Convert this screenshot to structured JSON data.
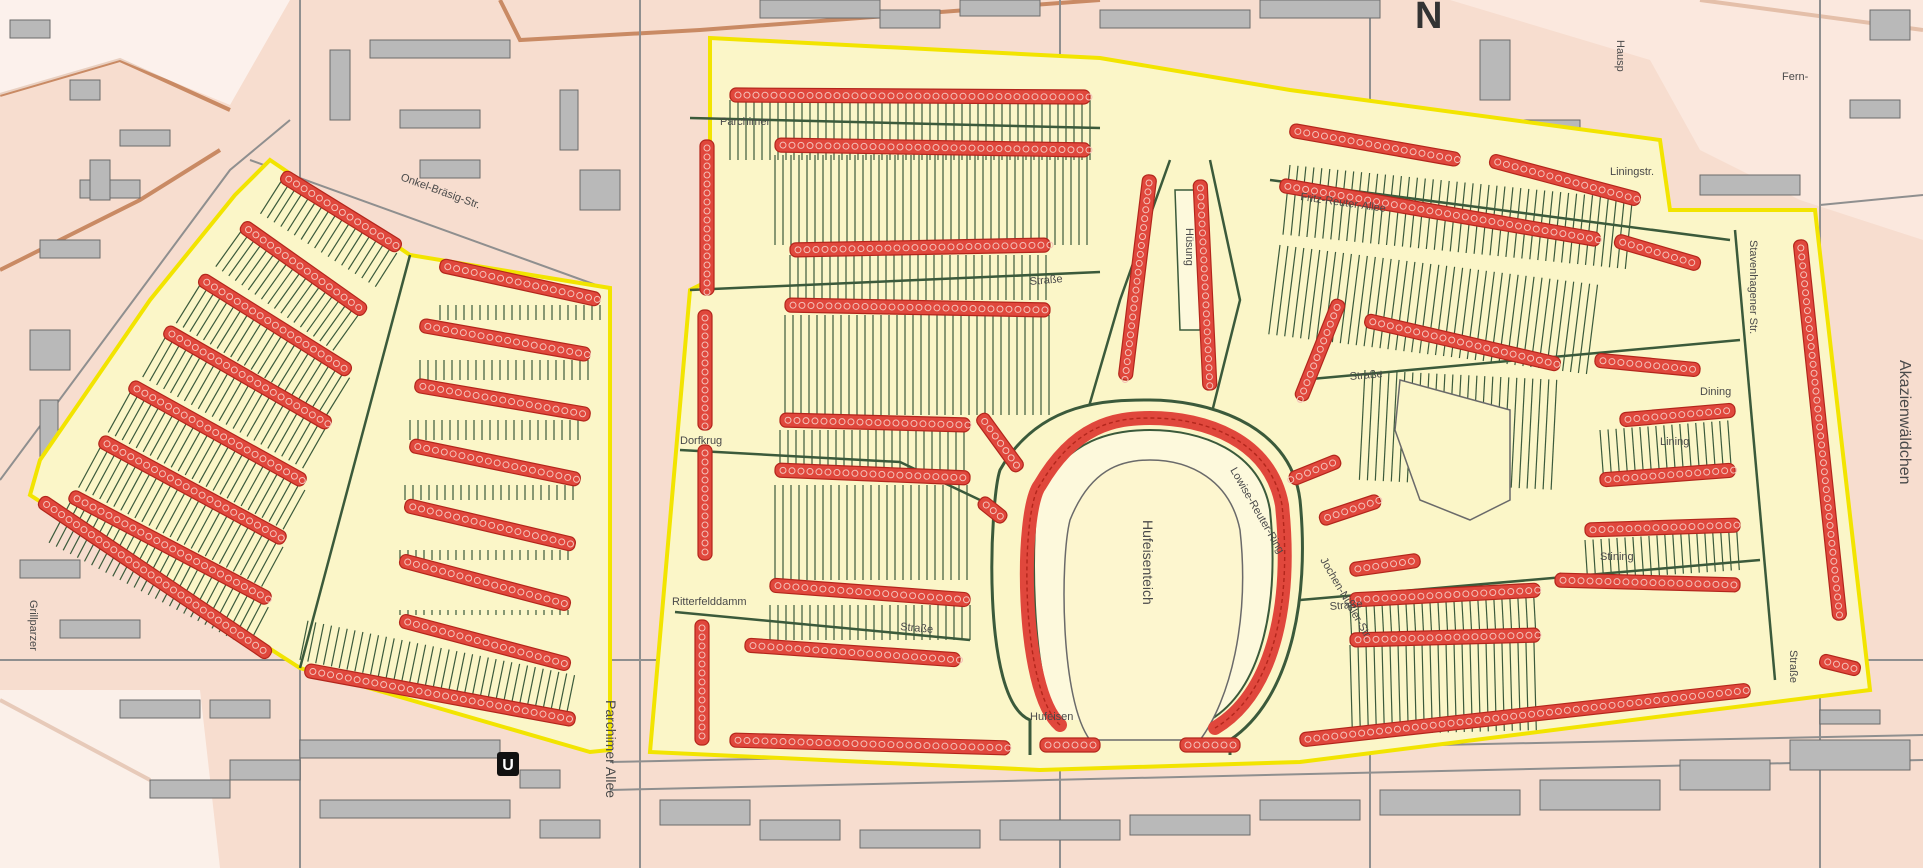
{
  "map": {
    "colors": {
      "background": "#f7ddcf",
      "border": "#c98a64",
      "estate_fill": "#fbf6c8",
      "estate_outline": "#f2e400",
      "house_fill": "#e0473c",
      "house_stroke": "#b3261c",
      "road_line": "#8f8f8f",
      "garden_line": "#3b5a3b",
      "building_gray": "#b9b9b9",
      "text": "#4a4a4a"
    },
    "north_label": "N",
    "subway_icon_label": "U",
    "labels": {
      "parchimer": "Parchimer Allee",
      "akazien": "Akazienwäldchen",
      "hufeisenteich": "Hufeisenteich",
      "huesung": "Hüsung",
      "stavenhagener": "Stavenhagener Str.",
      "lowise": "Lowise-Reuter-Ring",
      "dining": "Dining",
      "fritz": "Fritz-Reuter-Allee",
      "onkel": "Onkel-Bräsig-Str.",
      "dorfkrug": "Dorfkrug",
      "ritter": "Ritterfelddamm",
      "stining": "Stining",
      "lining": "Lining",
      "jochen": "Jochen-Nüßler-Str.",
      "grillparzer": "Grillparzer",
      "hufeisen": "Hufeisen",
      "parchimer_small": "Parchimer",
      "fern": "Fern-",
      "hausp": "Hausp",
      "str1": "Straße",
      "str2": "Straße",
      "str3": "Straße",
      "str4": "Straße",
      "str5": "Straße",
      "liningtop": "Liningstr."
    }
  }
}
